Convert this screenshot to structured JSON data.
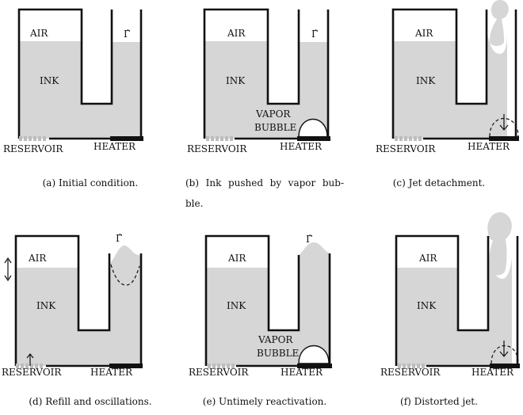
{
  "labels": {
    "air": "AIR",
    "ink": "INK",
    "reservoir": "RESERVOIR",
    "heater": "HEATER",
    "gamma": "Γ̂",
    "vapor": "VAPOR",
    "bubble": "BUBBLE"
  },
  "captions": {
    "a": "(a) Initial condition.",
    "b": "(b) Ink pushed by vapor bub- ble.",
    "c": "(c) Jet detachment.",
    "d": "(d) Refill and oscillations.",
    "e": "(e) Untimely reactivation.",
    "f": "(f) Distorted jet."
  },
  "colors": {
    "ink": "#d6d6d6",
    "wall": "#111111",
    "heater": "#111111",
    "reservoir": "#bdbdbd"
  }
}
